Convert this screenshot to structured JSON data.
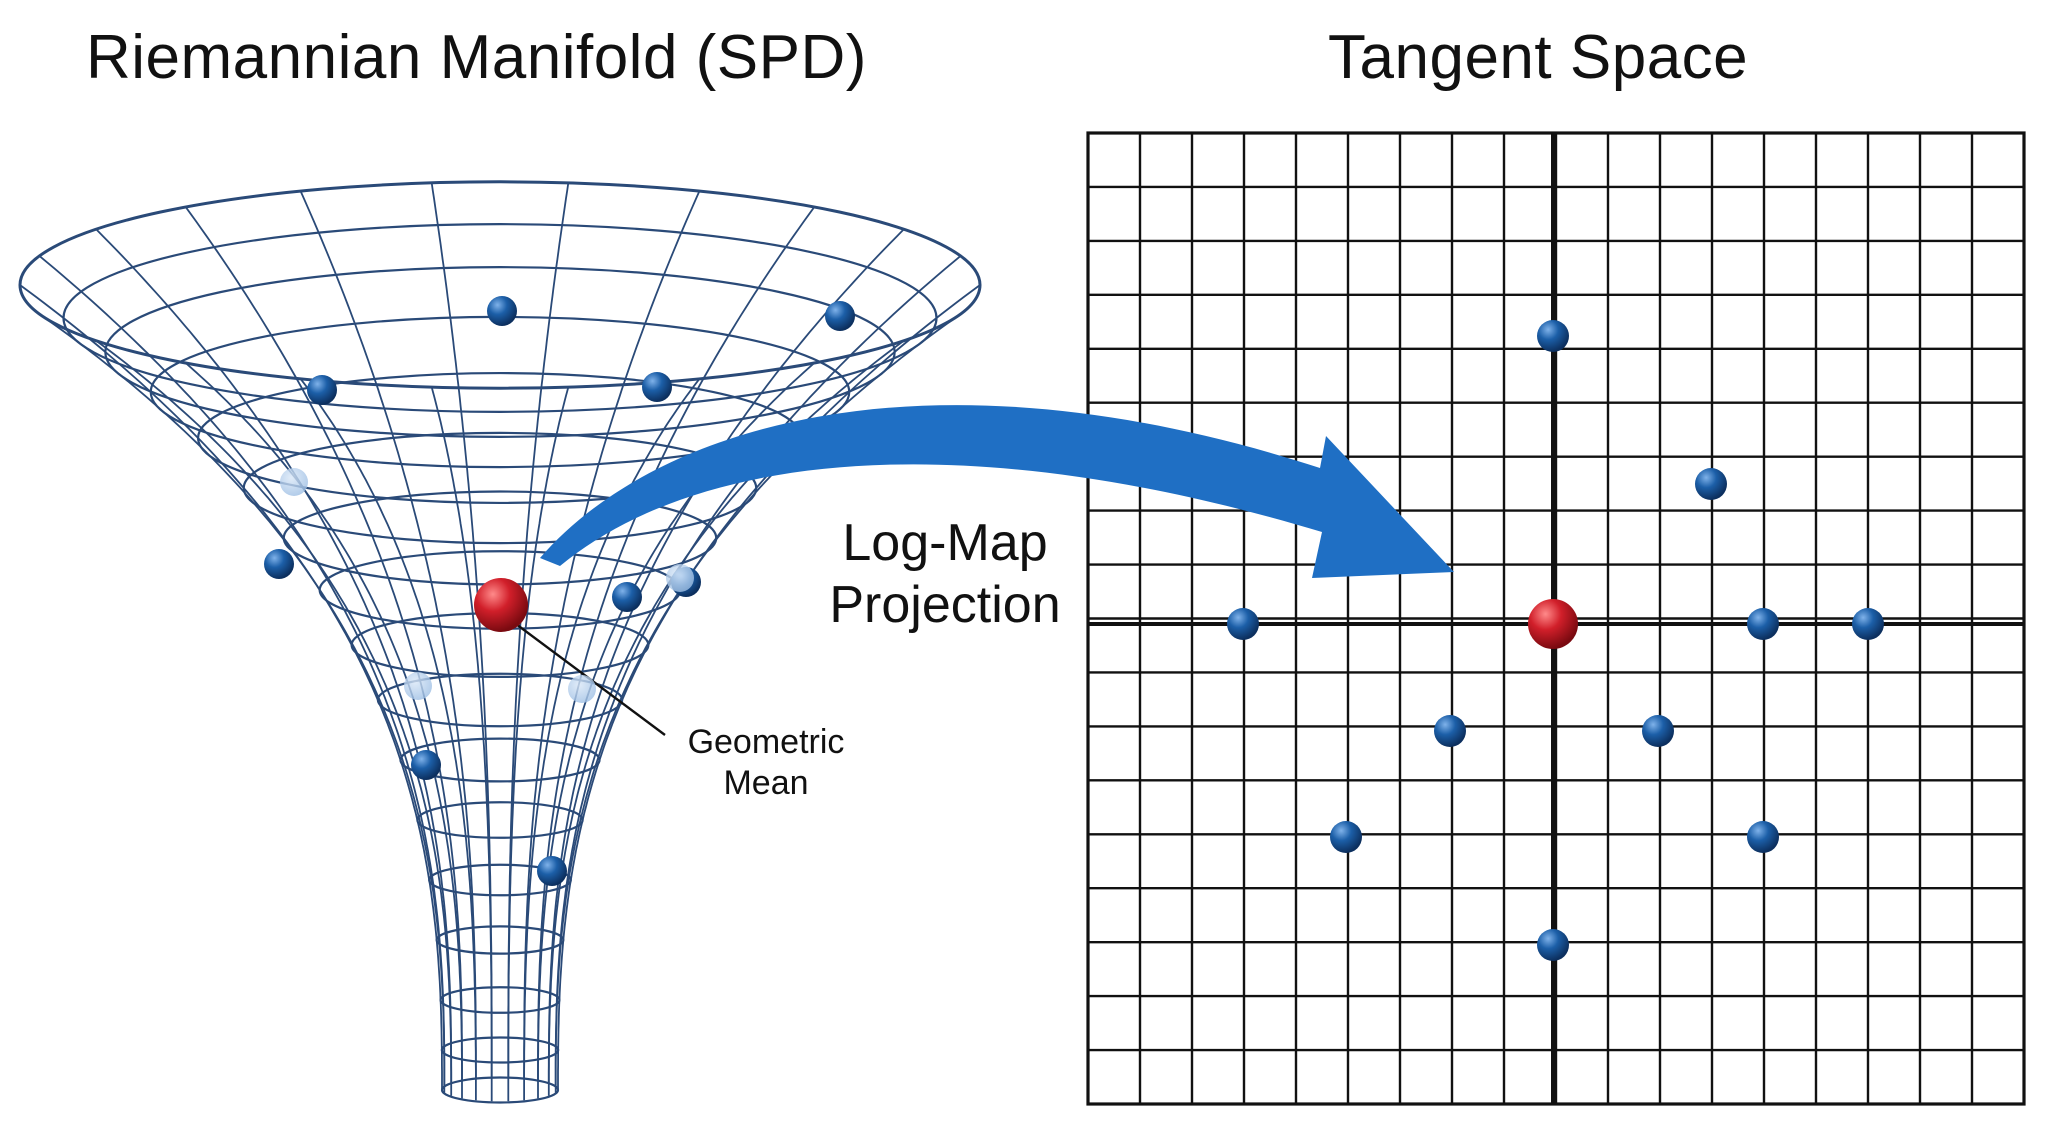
{
  "titles": {
    "manifold": "Riemannian Manifold (SPD)",
    "tangent": "Tangent Space"
  },
  "labels": {
    "projection_line1": "Log-Map",
    "projection_line2": "Projection",
    "mean_line1": "Geometric",
    "mean_line2": "Mean"
  },
  "colors": {
    "grid": "#111111",
    "funnel_mesh": "#2a4a78",
    "point_blue": "#1c5fa8",
    "point_red": "#d11f2a",
    "arrow": "#1f6fc4"
  }
}
